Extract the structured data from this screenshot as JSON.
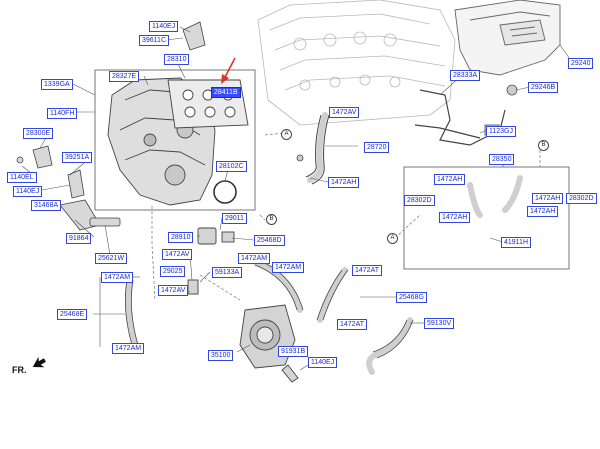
{
  "labels": {
    "p1140ej_top": "1140EJ",
    "p39611c": "39611C",
    "p28310": "28310",
    "p28327e": "28327E",
    "p28411b": "28411B",
    "p1339ga": "1339GA",
    "p1140fh": "1140FH",
    "p28300e": "28300E",
    "p39251a": "39251A",
    "p1140el": "1140EL",
    "p1140ej_mid": "1140EJ",
    "p31468a": "31468A",
    "p91864": "91864",
    "p25621w": "25621W",
    "p1472av_1": "1472AV",
    "p28720": "28720",
    "p1472ah_1": "1472AH",
    "p28102c": "28102C",
    "p29011": "29011",
    "p28910": "28910",
    "p25468d": "25468D",
    "p1472av_2": "1472AV",
    "p29025": "29025",
    "p59133a": "59133A",
    "p1472am_1": "1472AM",
    "p1472am_2": "1472AM",
    "p1472av_3": "1472AV",
    "p1472at_1": "1472AT",
    "p25468g": "25468G",
    "p1472at_2": "1472AT",
    "p25468e": "25468E",
    "p1472am_3": "1472AM",
    "p35100": "35100",
    "p91931b": "91931B",
    "p59130v": "59130V",
    "p1140ej_bot": "1140EJ",
    "p29240": "29240",
    "p29246b": "29246B",
    "p28333a": "28333A",
    "p1123gj": "1123GJ",
    "p28350": "28350",
    "p1472ah_2": "1472AH",
    "p28302d_l": "28302D",
    "p1472ah_3": "1472AH",
    "p28302d_r": "28302D",
    "p1472ah_4": "1472AH",
    "p1472ah_5": "1472AH",
    "p41911h": "41911H"
  },
  "refs": {
    "a1": "A",
    "b1": "B",
    "a2": "A",
    "b2": "B"
  },
  "direction": "FR.",
  "colors": {
    "label": "#1a2ad1",
    "highlight": "#3a4bff",
    "arrow": "#e0322a",
    "line": "#555555"
  }
}
